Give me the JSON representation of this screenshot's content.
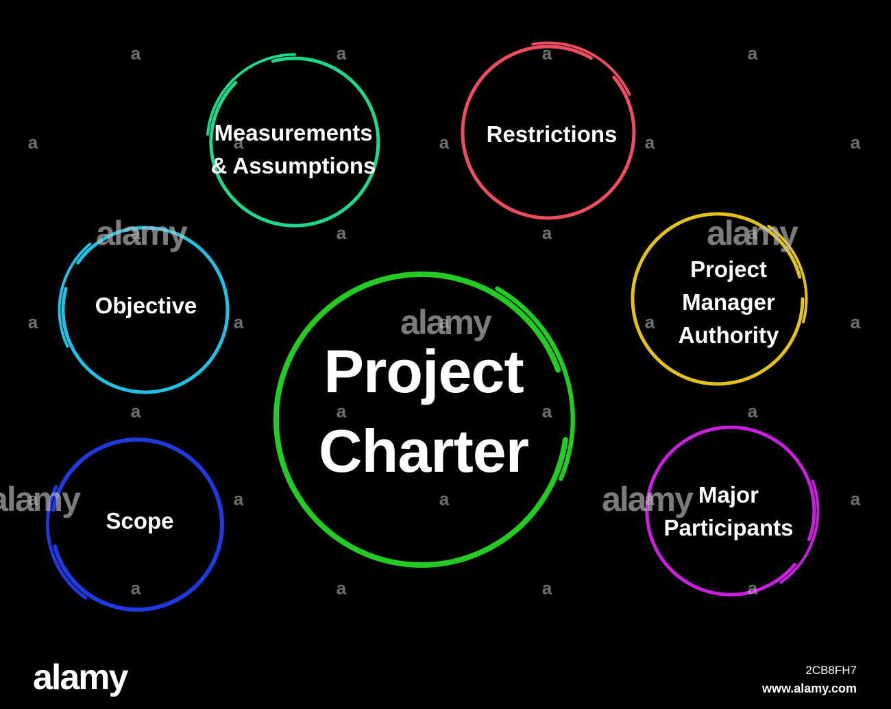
{
  "diagram": {
    "center": {
      "label": "Project\nCharter",
      "color": "#22cc22"
    },
    "nodes": [
      {
        "id": "measurements",
        "label": "Measurements\n& Assumptions",
        "color": "#1fd98a"
      },
      {
        "id": "restrictions",
        "label": "Restrictions",
        "color": "#f04e5e"
      },
      {
        "id": "objective",
        "label": "Objective",
        "color": "#1fc3e6"
      },
      {
        "id": "pm-authority",
        "label": "Project\nManager\nAuthority",
        "color": "#e3c21a"
      },
      {
        "id": "scope",
        "label": "Scope",
        "color": "#1f3ae0"
      },
      {
        "id": "participants",
        "label": "Major\nParticipants",
        "color": "#cc1ee0"
      }
    ]
  },
  "watermark": {
    "brand": "alamy",
    "mark": "a",
    "image_id": "2CB8FH7",
    "url": "www.alamy.com"
  }
}
